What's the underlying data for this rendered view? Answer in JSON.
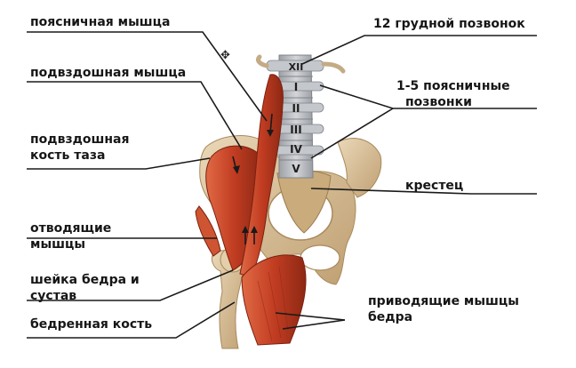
{
  "labels": {
    "psoas_major": "поясничная мышца",
    "iliacus": "подвздошная мышца",
    "ilium_line1": "подвздошная",
    "ilium_line2": "кость таза",
    "abductors_line1": "отводящие",
    "abductors_line2": "мышцы",
    "femoral_neck_line1": "шейка бедра и",
    "femoral_neck_line2": "сустав",
    "femur": "бедренная кость",
    "thoracic_xii": "12 грудной позвонок",
    "lumbar_line1": "1-5 поясничные",
    "lumbar_line2": "позвонки",
    "sacrum": "крестец",
    "adductors_line1": "приводящие мышцы",
    "adductors_line2": "бедра"
  },
  "vertebra_numerals": [
    "XII",
    "I",
    "II",
    "III",
    "IV",
    "V"
  ],
  "icons": {
    "cursor": "move-cursor-icon"
  },
  "colors": {
    "bone": "#d9c29f",
    "bone_shadow": "#b89a6e",
    "muscle": "#c9492c",
    "muscle_dark": "#8f2a17",
    "vertebra": "#b9bcc1",
    "leader_line": "#1a1a1a"
  }
}
